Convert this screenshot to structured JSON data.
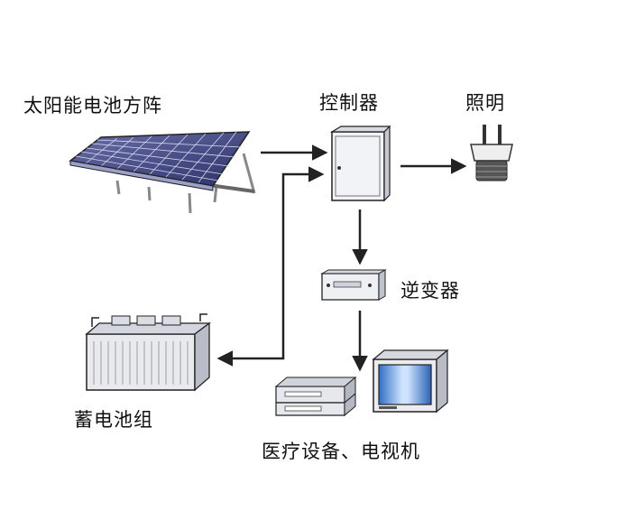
{
  "labels": {
    "solar_array": "太阳能电池方阵",
    "controller": "控制器",
    "lighting": "照明",
    "inverter": "逆变器",
    "battery_pack": "蓄电池组",
    "devices": "医疗设备、电视机"
  }
}
